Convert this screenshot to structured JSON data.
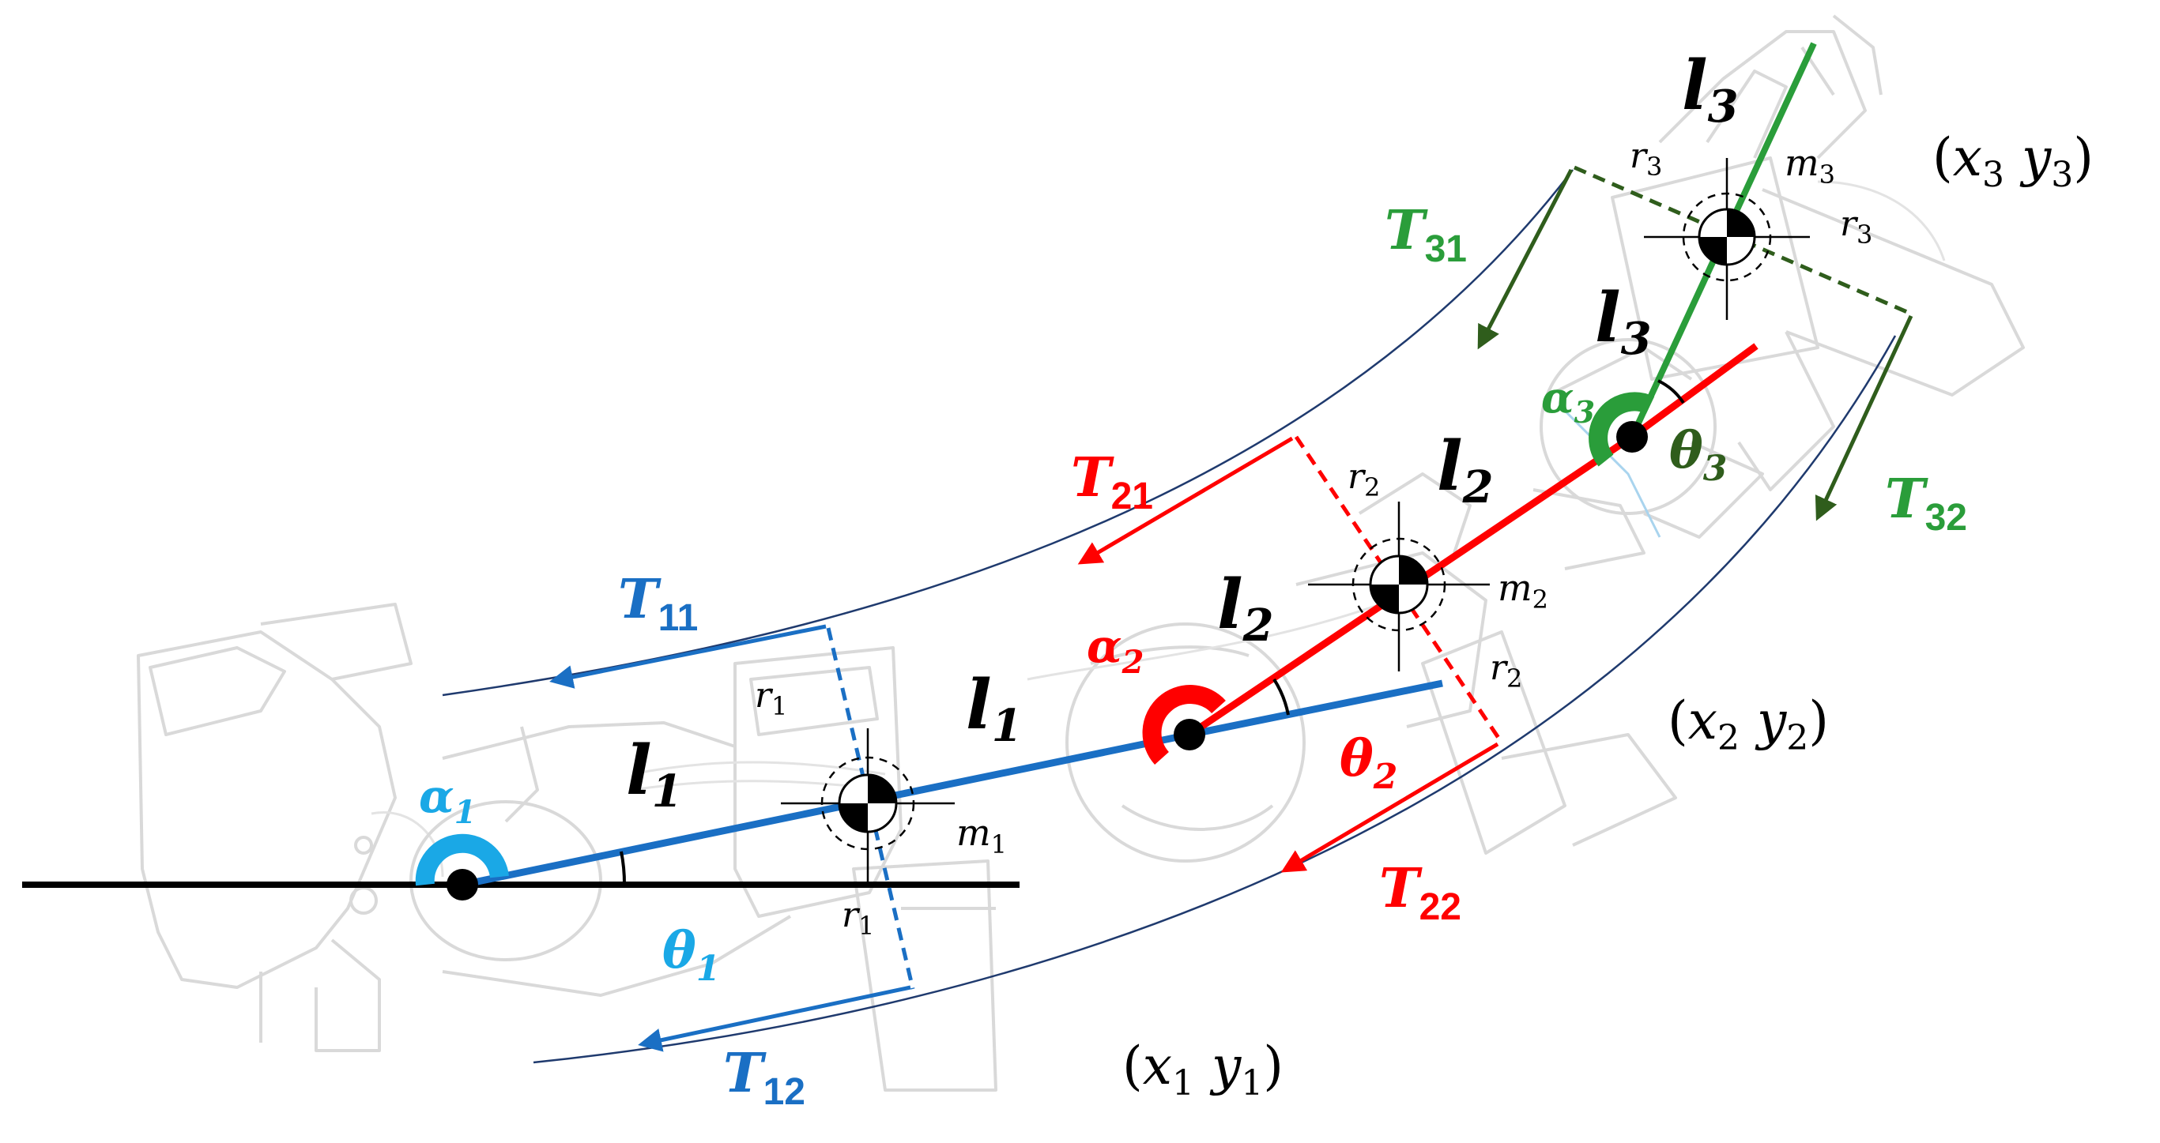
{
  "labels": {
    "alpha1": {
      "main": "α",
      "sub": "1"
    },
    "alpha2": {
      "main": "α",
      "sub": "2"
    },
    "alpha3": {
      "main": "α",
      "sub": "3"
    },
    "theta1": {
      "main": "θ",
      "sub": "1"
    },
    "theta2": {
      "main": "θ",
      "sub": "2"
    },
    "theta3": {
      "main": "θ",
      "sub": "3"
    },
    "l1a": {
      "main": "l",
      "sub": "1"
    },
    "l1b": {
      "main": "l",
      "sub": "1"
    },
    "l2a": {
      "main": "l",
      "sub": "2"
    },
    "l2b": {
      "main": "l",
      "sub": "2"
    },
    "l3a": {
      "main": "l",
      "sub": "3"
    },
    "l3b": {
      "main": "l",
      "sub": "3"
    },
    "T11": {
      "main": "T",
      "sub": "11"
    },
    "T12": {
      "main": "T",
      "sub": "12"
    },
    "T21": {
      "main": "T",
      "sub": "21"
    },
    "T22": {
      "main": "T",
      "sub": "22"
    },
    "T31": {
      "main": "T",
      "sub": "31"
    },
    "T32": {
      "main": "T",
      "sub": "32"
    },
    "r1a": {
      "main": "r",
      "sub": "1"
    },
    "r1b": {
      "main": "r",
      "sub": "1"
    },
    "r2a": {
      "main": "r",
      "sub": "2"
    },
    "r2b": {
      "main": "r",
      "sub": "2"
    },
    "r3a": {
      "main": "r",
      "sub": "3"
    },
    "r3b": {
      "main": "r",
      "sub": "3"
    },
    "m1": {
      "main": "m",
      "sub": "1"
    },
    "m2": {
      "main": "m",
      "sub": "2"
    },
    "m3": {
      "main": "m",
      "sub": "3"
    },
    "xy1": {
      "open": "(",
      "x": "x",
      "xsub": "1",
      "y": "y",
      "ysub": "1",
      "close": ")"
    },
    "xy2": {
      "open": "(",
      "x": "x",
      "xsub": "2",
      "y": "y",
      "ysub": "2",
      "close": ")"
    },
    "xy3": {
      "open": "(",
      "x": "x",
      "xsub": "3",
      "y": "y",
      "ysub": "3",
      "close": ")"
    }
  },
  "colors": {
    "blue": "#1a6fc4",
    "light_blue": "#1aa8e6",
    "red": "#ff0000",
    "green": "#2a9d3a",
    "dark_green": "#2f5d1c",
    "black": "#000000",
    "outline": "#d9d9d9",
    "cable": "#1f3a6e"
  }
}
